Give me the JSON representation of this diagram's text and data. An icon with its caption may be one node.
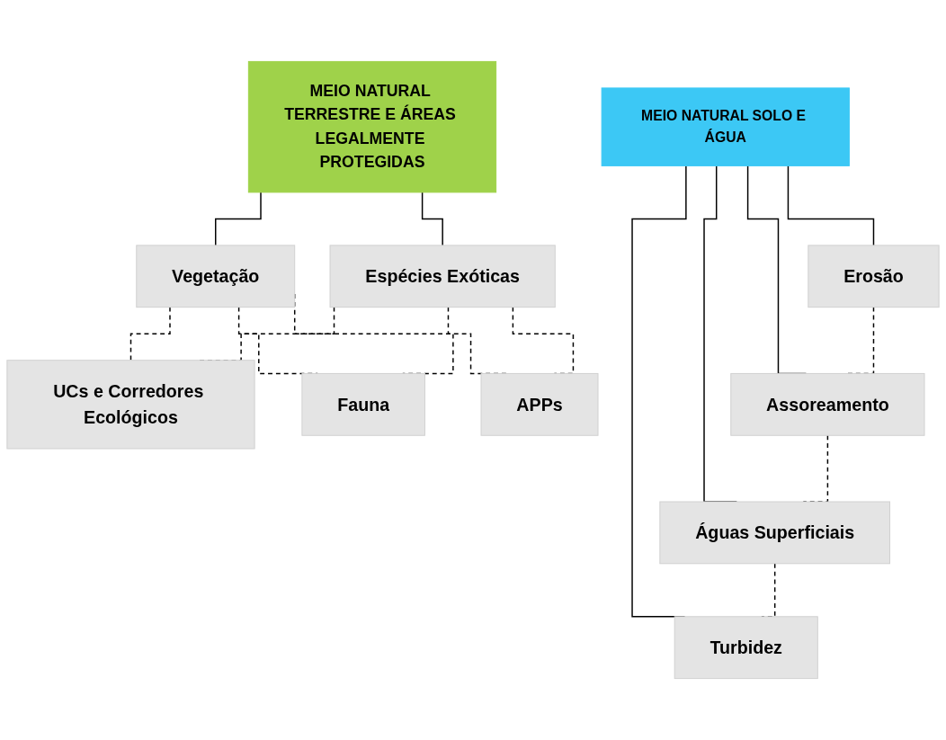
{
  "diagram": {
    "nodes": [
      {
        "text": [
          "MEIO NATURAL TERRESTRE E ÁREAS LEGALMENTE PROTEGIDAS"
        ]
      },
      {
        "text": [
          "Vegetação"
        ]
      },
      {
        "text": [
          "Espécies Exóticas"
        ]
      },
      {
        "text": [
          "UCs e Corredores Ecológicos"
        ]
      },
      {
        "text": [
          "Fauna"
        ]
      },
      {
        "text": [
          "APPs"
        ]
      },
      {
        "text": [
          "MEIO NATURAL SOLO E ÁGUA"
        ]
      },
      {
        "text": [
          "Erosão"
        ]
      },
      {
        "text": [
          "Assoreamento"
        ]
      },
      {
        "text": [
          "Águas Superficiais"
        ]
      },
      {
        "text": [
          "Turbidez"
        ]
      }
    ],
    "edges": [
      {
        "from": 0,
        "to": 1,
        "arrow": "none"
      },
      {
        "from": 0,
        "to": 2,
        "arrow": "none"
      },
      {
        "from": 1,
        "to": 3,
        "arrow": "none",
        "style": "dashed"
      },
      {
        "from": 1,
        "to": 4,
        "arrow": "none",
        "style": "dashed"
      },
      {
        "from": 1,
        "to": 5,
        "arrow": "none",
        "style": "dashed"
      },
      {
        "from": 2,
        "to": 3,
        "arrow": "none",
        "style": "dashed"
      },
      {
        "from": 2,
        "to": 4,
        "arrow": "none",
        "style": "dashed"
      },
      {
        "from": 2,
        "to": 5,
        "arrow": "none",
        "style": "dashed"
      },
      {
        "from": 6,
        "to": 7,
        "arrow": "none"
      },
      {
        "from": 6,
        "to": 8,
        "arrow": "none"
      },
      {
        "from": 6,
        "to": 9,
        "arrow": "none"
      },
      {
        "from": 6,
        "to": 10,
        "arrow": "none"
      },
      {
        "from": 7,
        "to": 8,
        "arrow": "none",
        "style": "dashed"
      },
      {
        "from": 8,
        "to": 9,
        "arrow": "none",
        "style": "dashed"
      },
      {
        "from": 9,
        "to": 10,
        "arrow": "none",
        "style": "dashed"
      }
    ]
  }
}
